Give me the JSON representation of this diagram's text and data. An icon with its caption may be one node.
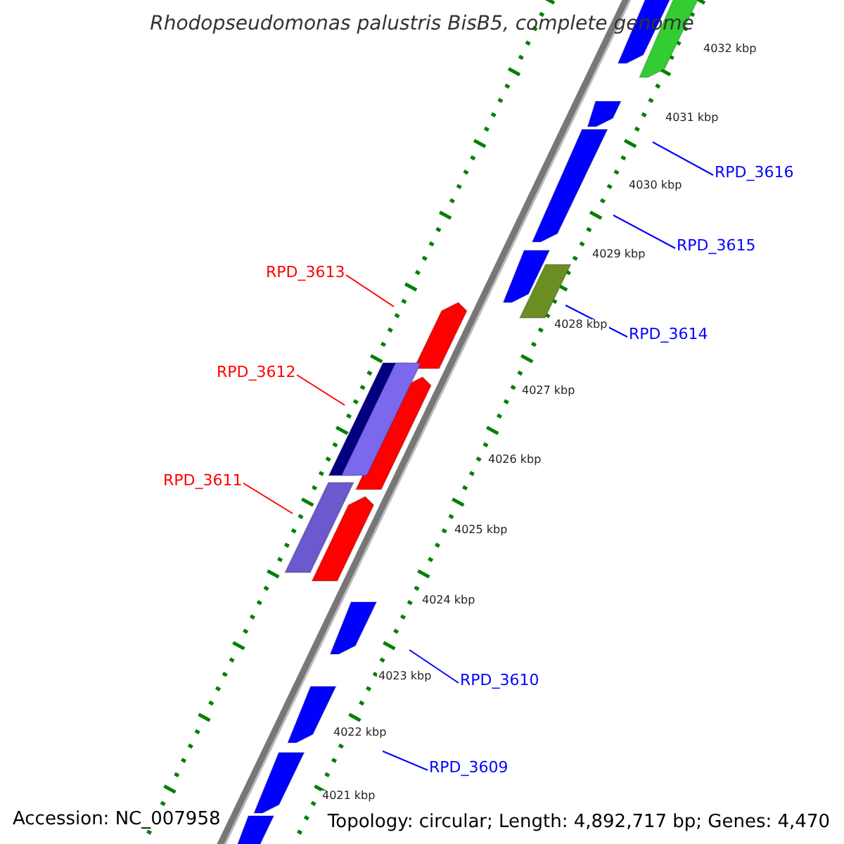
{
  "diagram": {
    "title": "Rhodopseudomonas palustris BisB5, complete genome",
    "nodes": [
      {
        "text": [
          "RPD_3616"
        ]
      },
      {
        "text": [
          "RPD_3615"
        ]
      },
      {
        "text": [
          "RPD_3614"
        ]
      },
      {
        "text": [
          "RPD_3613"
        ]
      },
      {
        "text": [
          "RPD_3612"
        ]
      },
      {
        "text": [
          "RPD_3611"
        ]
      },
      {
        "text": [
          "RPD_3610"
        ]
      },
      {
        "text": [
          "RPD_3609"
        ]
      }
    ],
    "edges": [
      {
        "from": 0,
        "to": null,
        "arrow": "none"
      },
      {
        "from": 1,
        "to": null,
        "arrow": "none"
      },
      {
        "from": 2,
        "to": null,
        "arrow": "none"
      },
      {
        "from": 3,
        "to": null,
        "arrow": "none",
        "color": "#ff0000"
      },
      {
        "from": 4,
        "to": null,
        "arrow": "none",
        "color": "#ff0000"
      },
      {
        "from": 5,
        "to": null,
        "arrow": "none",
        "color": "#ff0000"
      },
      {
        "from": 6,
        "to": null,
        "arrow": "none"
      },
      {
        "from": 7,
        "to": null,
        "arrow": "none"
      }
    ],
    "labels": [
      "4032 kbp",
      "4031 kbp",
      "4030 kbp",
      "4029 kbp",
      "4028 kbp",
      "4027 kbp",
      "4026 kbp",
      "4025 kbp",
      "4024 kbp",
      "4023 kbp",
      "4022 kbp",
      "4021 kbp",
      "Accession: NC_007958",
      "Topology: circular; Length: 4,892,717 bp; Genes: 4,470"
    ]
  }
}
